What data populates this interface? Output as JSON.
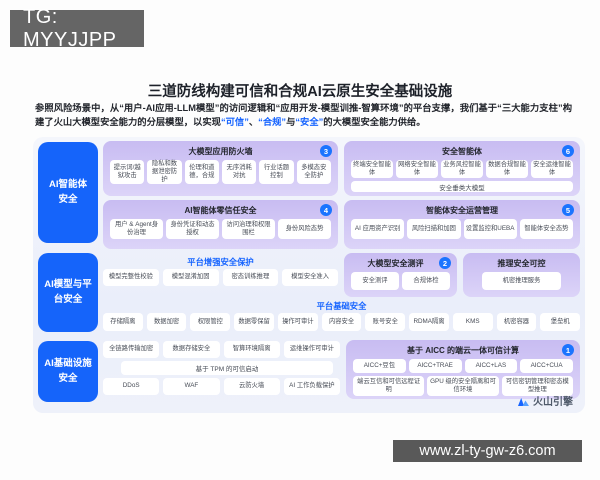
{
  "overlay": {
    "tg_label": "TG: MYYJJPP",
    "site_url": "www.zl-ty-gw-z6.com"
  },
  "header": {
    "title": "三道防线构建可信和合规AI云原生安全基础设施"
  },
  "paragraph": {
    "segments": [
      {
        "t": "参照风险场景中，从“用户-AI应用-LLM模型”的访问逻辑和“应用开发-模型训推-智算环境”的平台支撑，我们基于“三大能力支柱”构建了火山大模型安全能力的分层模型，以实现"
      },
      {
        "t": "“可信”"
      },
      {
        "t": "、"
      },
      {
        "t": "“合规”"
      },
      {
        "t": "与"
      },
      {
        "t": "“安全”"
      },
      {
        "t": "的大模型安全能力供给。"
      }
    ]
  },
  "sidebar": {
    "items": [
      {
        "label": "AI智能体 安全"
      },
      {
        "label": "AI模型与平 台安全"
      },
      {
        "label": "AI基础设施 安全"
      }
    ]
  },
  "sections": {
    "firewall": {
      "title": "大模型应用防火墙",
      "badge": "3",
      "items": [
        "提示词/越狱攻击",
        "隐私和数据泄密防护",
        "伦理和道德，合规",
        "无序消耗对抗",
        "行业话题控制",
        "多模态安全防护"
      ]
    },
    "sec_agent": {
      "title": "安全智能体",
      "badge": "6",
      "items": [
        "终端安全智能体",
        "网络安全智能体",
        "业务风控智能体",
        "数据合规智能体",
        "安全运维智能体"
      ],
      "footer": "安全垂类大模型"
    },
    "zero_trust": {
      "title": "AI智能体零信任安全",
      "badge": "4",
      "items": [
        "用户 & Agent身份治理",
        "身份凭证和动态授权",
        "访问治理和权限围栏",
        "身份风险态势"
      ]
    },
    "sec_ops": {
      "title": "智能体安全运营管理",
      "badge": "5",
      "items": [
        "AI 应用资产识别",
        "风险扫描和加固",
        "设置监控和UEBA",
        "智能体安全态势"
      ]
    },
    "platform_enhanced": {
      "title": "平台增强安全保护",
      "items": [
        "模型完整性校验",
        "模型混淆加固",
        "密态训练推理",
        "模型安全准入"
      ]
    },
    "model_eval": {
      "title": "大模型安全测评",
      "badge": "2",
      "items": [
        "安全测评",
        "合规体检"
      ]
    },
    "inference": {
      "title": "推理安全可控",
      "items": [
        "机密推理服务"
      ]
    },
    "platform_base": {
      "title": "平台基础安全",
      "items": [
        "存储隔离",
        "数据加密",
        "权限管控",
        "数据零保留",
        "操作可审计",
        "内容安全",
        "账号安全",
        "RDMA隔离",
        "KMS",
        "机密容器",
        "堡垒机"
      ]
    },
    "infra": {
      "row1": [
        "全链路传输加密",
        "数据存储安全",
        "智算环境隔离",
        "运维操作可审计"
      ],
      "row2": "基于 TPM 的可信启动",
      "row3": [
        "DDoS",
        "WAF",
        "云防火墙",
        "AI 工作负载保护"
      ]
    },
    "aicc": {
      "title": "基于 AICC 的端云一体可信计算",
      "badge": "1",
      "row1": [
        "AICC+豆包",
        "AICC+TRAE",
        "AICC+LAS",
        "AICC+CUA"
      ],
      "row2": [
        "端云互信和可信远程证明",
        "GPU 级的安全隔离和可信环境",
        "可信密钥管理和密态模型推理"
      ]
    }
  },
  "logo": {
    "text": "火山引擎"
  },
  "colors": {
    "accent_blue": "#1664ff",
    "sidebar_blue": "#1564fa",
    "purple": "#c8bcf2",
    "overlay_gray": "#656565"
  }
}
